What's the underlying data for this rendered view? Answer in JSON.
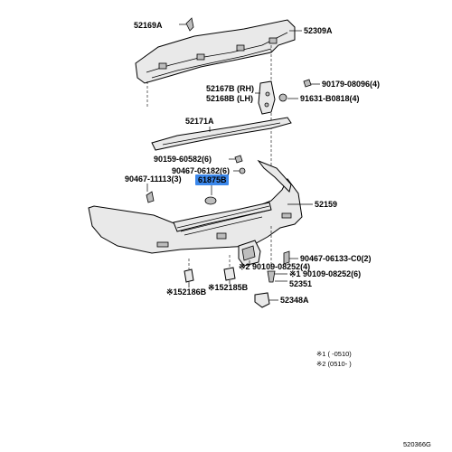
{
  "parts": [
    {
      "id": "p52169A",
      "number": "52169A"
    },
    {
      "id": "p52309A",
      "number": "52309A"
    },
    {
      "id": "p52167B",
      "number": "52167B (RH)"
    },
    {
      "id": "p52168B",
      "number": "52168B (LH)"
    },
    {
      "id": "p90179",
      "number": "90179-08096(4)"
    },
    {
      "id": "p91631",
      "number": "91631-B0818(4)"
    },
    {
      "id": "p52171A",
      "number": "52171A"
    },
    {
      "id": "p90159",
      "number": "90159-60582(6)"
    },
    {
      "id": "p90467a",
      "number": "90467-06182(6)"
    },
    {
      "id": "p90467b",
      "number": "90467-11113(3)"
    },
    {
      "id": "p61875B",
      "number": "61875B"
    },
    {
      "id": "p52159",
      "number": "52159"
    },
    {
      "id": "p90467c",
      "number": "90467-06133-C0(2)"
    },
    {
      "id": "p90109a",
      "number": "※1 90109-08252(6)"
    },
    {
      "id": "p90109b",
      "number": "※2 90109-08252(4)"
    },
    {
      "id": "p52351",
      "number": "52351"
    },
    {
      "id": "p52348A",
      "number": "52348A"
    },
    {
      "id": "p52186B",
      "number": "※152186B"
    },
    {
      "id": "p52185B",
      "number": "※152185B"
    }
  ],
  "highlighted_part": "61875B",
  "notes": {
    "note1": "※1 (      -0510)",
    "note2": "※2 (0510-      )"
  },
  "diagram_code": "520366G",
  "colors": {
    "highlight": "#1a73e8",
    "part_fill": "#e9e9e9"
  }
}
